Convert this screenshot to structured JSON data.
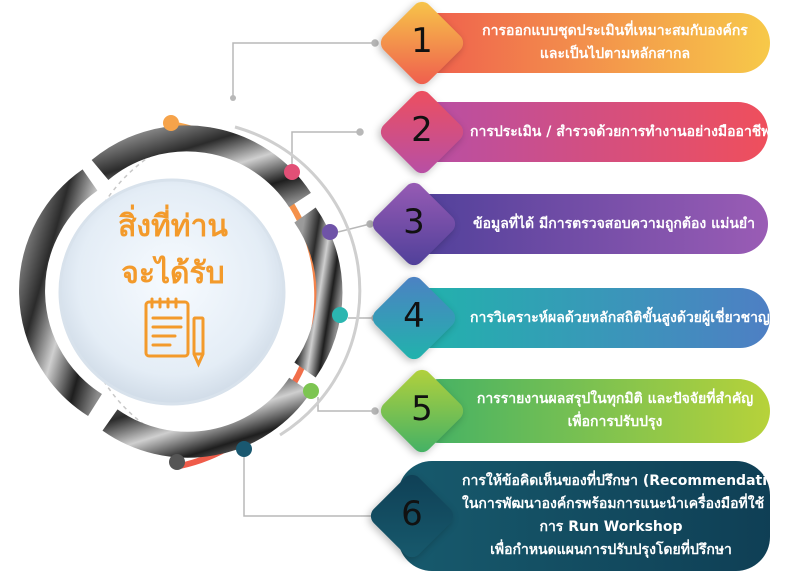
{
  "center": {
    "title_line1": "สิ่งที่ท่าน",
    "title_line2": "จะได้รับ",
    "icon": "notepad-pencil-icon"
  },
  "items": [
    {
      "number": "1",
      "lines": [
        "การออกแบบชุดประเมินที่เหมาะสมกับองค์กร",
        "และเป็นไปตามหลักสากล"
      ],
      "color_start": "#ef5a4e",
      "color_end": "#f7c949"
    },
    {
      "number": "2",
      "lines": [
        "การประเมิน / สำรวจด้วยการทำงานอย่างมืออาชีพ"
      ],
      "color_start": "#b54fa8",
      "color_end": "#ef4f5c"
    },
    {
      "number": "3",
      "lines": [
        "ข้อมูลที่ได้ มีการตรวจสอบความถูกต้อง แม่นยำ"
      ],
      "color_start": "#4d3f99",
      "color_end": "#9a5cb5"
    },
    {
      "number": "4",
      "lines": [
        "การวิเคราะห์ผลด้วยหลักสถิติขั้นสูงด้วยผู้เชี่ยวชาญ"
      ],
      "color_start": "#1fb5ab",
      "color_end": "#4e7fc4"
    },
    {
      "number": "5",
      "lines": [
        "การรายงานผลสรุปในทุกมิติ และปัจจัยที่สำคัญ",
        "เพื่อการปรับปรุง"
      ],
      "color_start": "#3fb067",
      "color_end": "#b7d23a"
    },
    {
      "number": "6",
      "lines": [
        "การให้ข้อคิดเห็นของที่ปรึกษา (Recommendation)",
        "ในการพัฒนาองค์กรพร้อมการแนะนำเครื่องมือที่ใช้",
        "การ Run Workshop",
        "เพื่อกำหนดแผนการปรับปรุงโดยที่ปรึกษา"
      ],
      "color_start": "#175a6d",
      "color_end": "#0f3f55"
    }
  ]
}
